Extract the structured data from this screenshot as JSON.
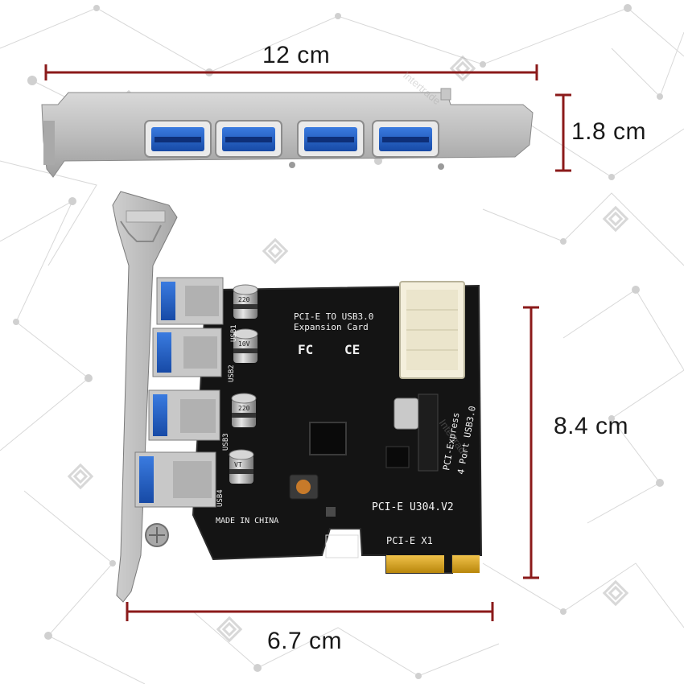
{
  "dimensions": {
    "bracket_width": "12 cm",
    "bracket_height": "1.8 cm",
    "card_height": "8.4 cm",
    "card_width": "6.7 cm"
  },
  "pcb": {
    "title_line1": "PCI-E TO USB3.0",
    "title_line2": "Expansion Card",
    "fcc": "FC",
    "ce": "CE",
    "model": "PCI-E  U304.V2",
    "made_in": "MADE IN CHINA",
    "slot_label": "PCI-E  X1",
    "side_label1": "PCI-Express",
    "side_label2": "4 Port USB3.0",
    "ports": [
      "USB1",
      "USB2",
      "USB3",
      "USB4"
    ],
    "capacitor_marks": [
      "220",
      "10V",
      "VT"
    ]
  },
  "watermark": "Intertrade",
  "colors": {
    "dimension_line": "#8b1a1a",
    "pcb": "#111111",
    "usb_blue": "#1e5fc8",
    "bracket": "#b9b9b9",
    "gold": "#d9a520"
  }
}
